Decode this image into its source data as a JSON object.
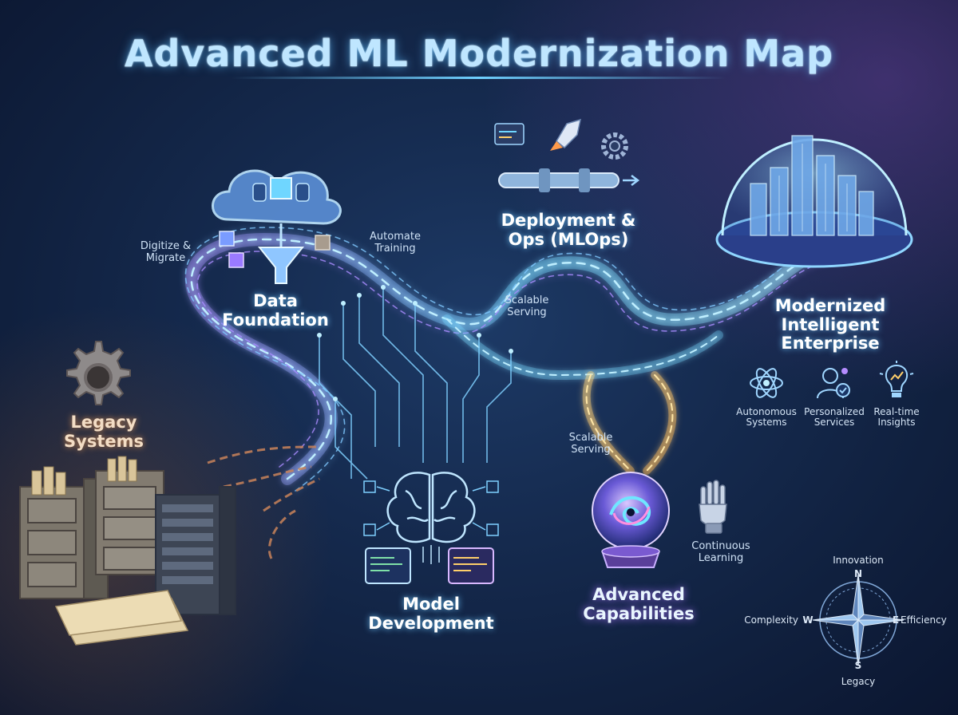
{
  "title": "Advanced ML Modernization Map",
  "stages": {
    "legacy": "Legacy Systems",
    "data_foundation": "Data Foundation",
    "model_development": "Model Development",
    "deployment": "Deployment & Ops (MLOps)",
    "advanced": "Advanced Capabilities",
    "enterprise": "Modernized Intelligent Enterprise"
  },
  "path_labels": {
    "digitize": "Digitize & Migrate",
    "automate": "Automate Training",
    "scalable_serving_1": "Scalable Serving",
    "scalable_serving_2": "Scalable Serving",
    "continuous": "Continuous Learning"
  },
  "outcomes": [
    {
      "label": "Autonomous Systems",
      "icon": "atom-icon"
    },
    {
      "label": "Personalized Services",
      "icon": "user-check-icon"
    },
    {
      "label": "Real-time Insights",
      "icon": "lightbulb-icon"
    }
  ],
  "compass": {
    "n": "N",
    "s": "S",
    "e": "E",
    "w": "W",
    "north_label": "Innovation",
    "south_label": "Legacy",
    "east_label": "Efficiency",
    "west_label": "Complexity"
  },
  "colors": {
    "path_blue": "#6fd6ff",
    "path_purple": "#b58cff",
    "path_gold": "#ffcf6a",
    "legacy_rust": "#c9835a"
  }
}
